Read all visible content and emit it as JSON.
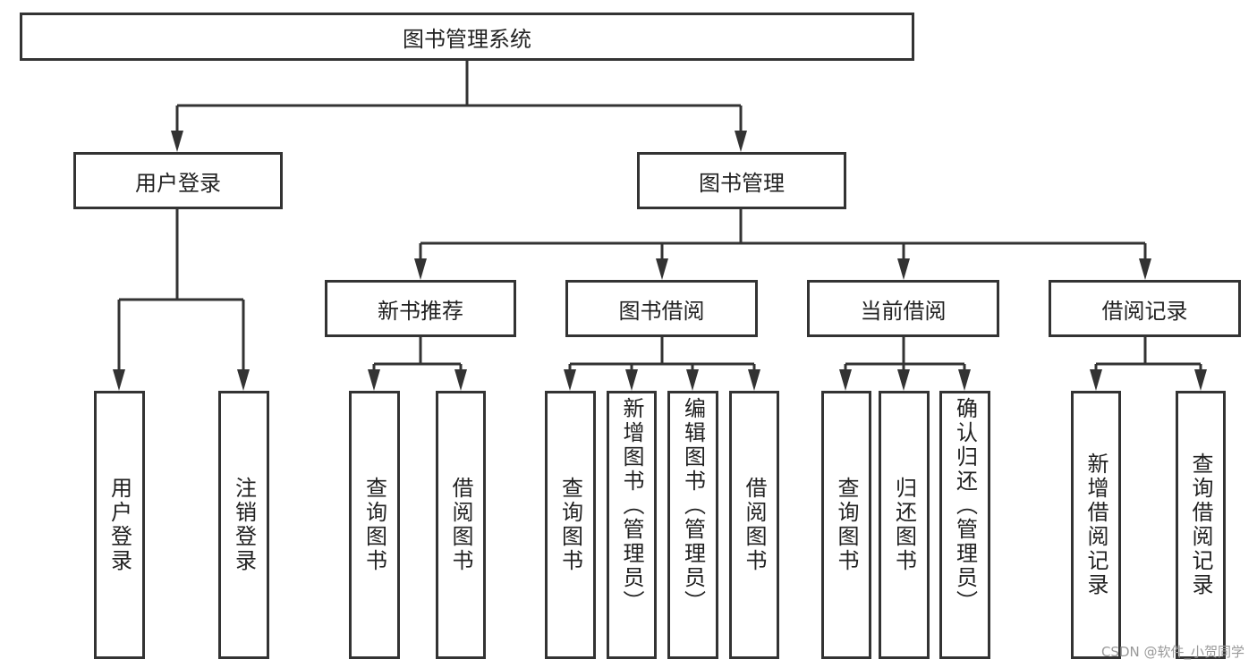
{
  "root": {
    "label": "图书管理系统",
    "children": [
      {
        "label": "用户登录",
        "children": [
          {
            "label": "用户登录"
          },
          {
            "label": "注销登录"
          }
        ]
      },
      {
        "label": "图书管理",
        "children": [
          {
            "label": "新书推荐",
            "children": [
              {
                "label": "查询图书"
              },
              {
                "label": "借阅图书"
              }
            ]
          },
          {
            "label": "图书借阅",
            "children": [
              {
                "label": "查询图书"
              },
              {
                "label": "新增图书（管理员）"
              },
              {
                "label": "编辑图书（管理员）"
              },
              {
                "label": "借阅图书"
              }
            ]
          },
          {
            "label": "当前借阅",
            "children": [
              {
                "label": "查询图书"
              },
              {
                "label": "归还图书"
              },
              {
                "label": "确认归还（管理员）"
              }
            ]
          },
          {
            "label": "借阅记录",
            "children": [
              {
                "label": "新增借阅记录"
              },
              {
                "label": "查询借阅记录"
              }
            ]
          }
        ]
      }
    ]
  },
  "watermark": "CSDN @软件_小贺同学",
  "colors": {
    "stroke": "#333333",
    "background": "#ffffff"
  }
}
